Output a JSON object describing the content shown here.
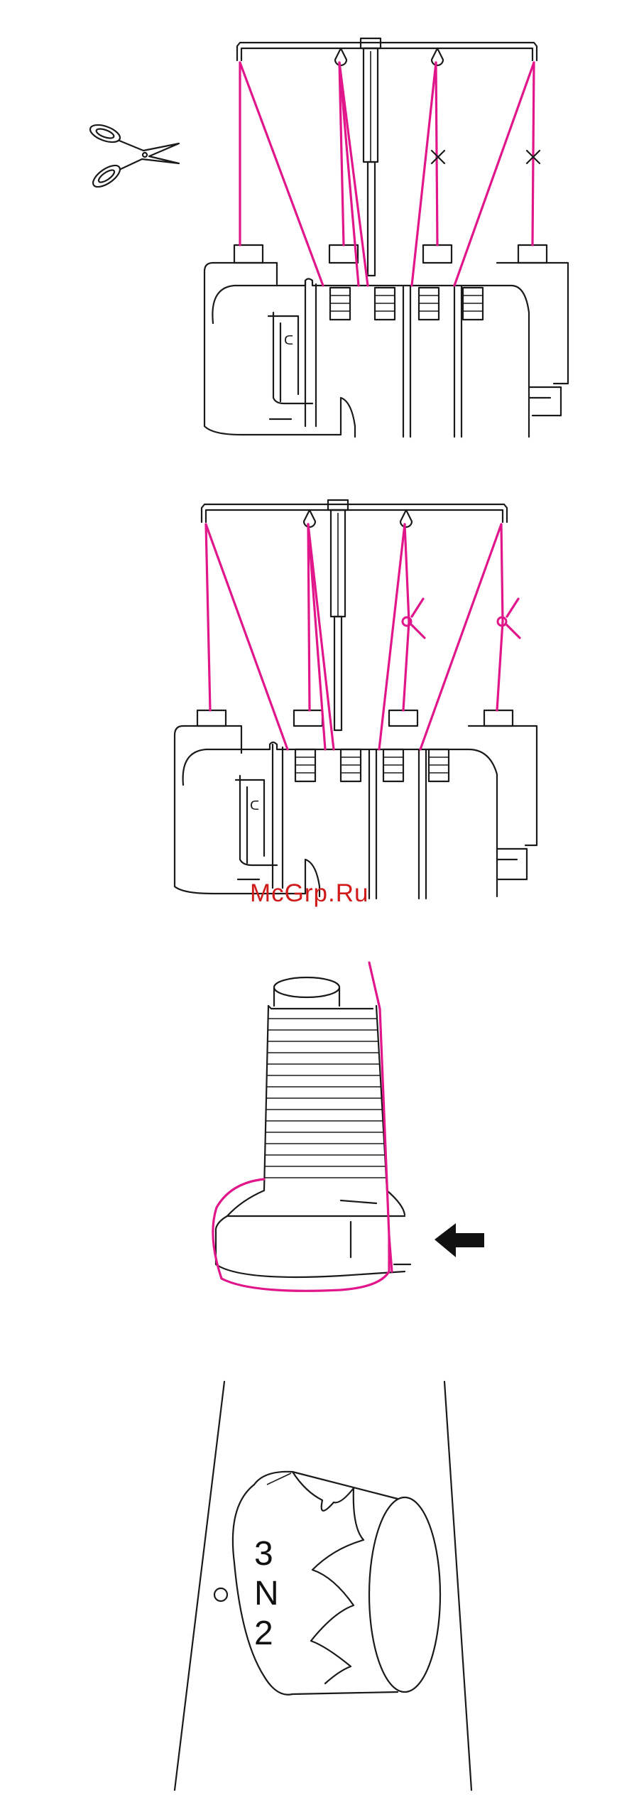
{
  "colors": {
    "thread": "#e0168a",
    "outline": "#1a1a1a",
    "watermark": "#d11b1b",
    "background": "#ffffff"
  },
  "icons": {
    "scissors": "scissors-icon",
    "arrow": "arrow-left-icon",
    "cut_mark": "x-mark-icon"
  },
  "watermark": {
    "text": "McGrp.Ru"
  },
  "dial": {
    "labels": [
      "3",
      "N",
      "2"
    ]
  }
}
